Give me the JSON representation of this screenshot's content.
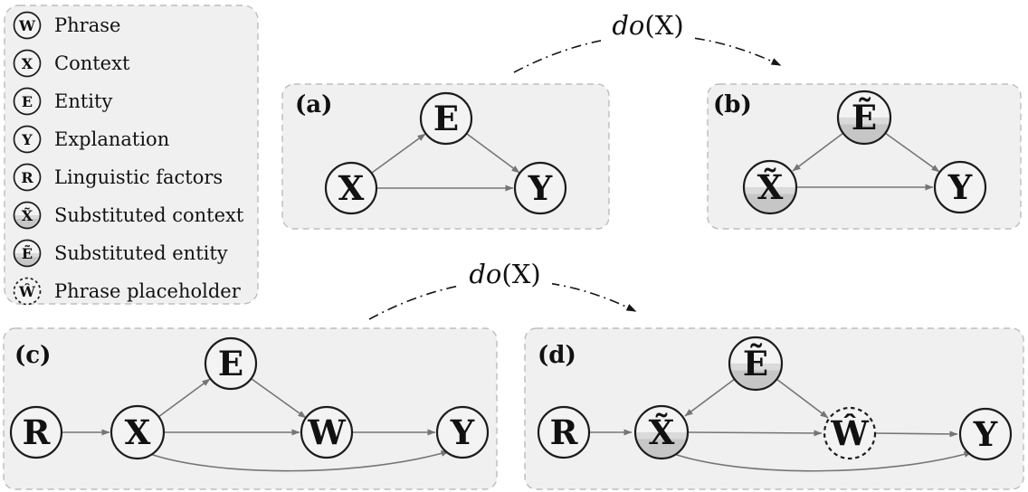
{
  "colors": {
    "panel_bg": "#f0f0f0",
    "panel_border": "#bdbdbd",
    "node_stroke": "#1c1c1c",
    "node_fill": "#f3f3f3",
    "half_fill_dark": "#c6c6c6",
    "half_fill_light": "#dadada",
    "edge": "#757575",
    "intervention_arrow": "#161616"
  },
  "legend": {
    "items": [
      {
        "symbol": "W",
        "label": "Phrase",
        "style": "plain"
      },
      {
        "symbol": "X",
        "label": "Context",
        "style": "plain"
      },
      {
        "symbol": "E",
        "label": "Entity",
        "style": "plain"
      },
      {
        "symbol": "Y",
        "label": "Explanation",
        "style": "plain"
      },
      {
        "symbol": "R",
        "label": "Linguistic factors",
        "style": "plain"
      },
      {
        "symbol": "X̃",
        "label": "Substituted context",
        "style": "half-filled"
      },
      {
        "symbol": "Ẽ",
        "label": "Substituted entity",
        "style": "half-filled"
      },
      {
        "symbol": "Ŵ",
        "label": "Phrase placeholder",
        "style": "dashed"
      }
    ]
  },
  "panels": {
    "a": {
      "label": "(a)",
      "nodes": {
        "X": "X",
        "E": "E",
        "Y": "Y"
      },
      "edges": [
        "X→E",
        "E→Y",
        "X→Y"
      ]
    },
    "b": {
      "label": "(b)",
      "nodes": {
        "E": "Ẽ",
        "X": "X̃",
        "Y": "Y"
      },
      "edges": [
        "Ẽ→X̃",
        "Ẽ→Y",
        "X̃→Y"
      ]
    },
    "c": {
      "label": "(c)",
      "nodes": {
        "R": "R",
        "X": "X",
        "E": "E",
        "W": "W",
        "Y": "Y"
      },
      "edges": [
        "R→X",
        "X→E",
        "E→W",
        "X→W",
        "W→Y",
        "X→Y"
      ]
    },
    "d": {
      "label": "(d)",
      "nodes": {
        "R": "R",
        "X": "X̃",
        "E": "Ẽ",
        "W": "Ŵ",
        "Y": "Y"
      },
      "edges": [
        "R→X̃",
        "Ẽ→X̃",
        "Ẽ→Ŵ",
        "X̃→Ŵ",
        "Ŵ→Y",
        "X̃→Y"
      ]
    }
  },
  "interventions": {
    "top": {
      "do": "do",
      "arg": "(X)",
      "from_panel": "a",
      "to_panel": "b"
    },
    "bottom": {
      "do": "do",
      "arg": "(X)",
      "from_panel": "c",
      "to_panel": "d"
    }
  }
}
